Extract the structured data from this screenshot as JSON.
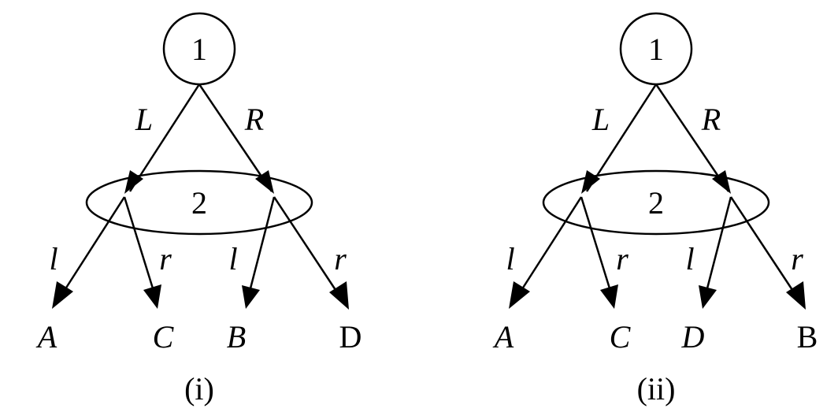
{
  "trees": [
    {
      "caption": "(i)",
      "root_player": "1",
      "info_set_player": "2",
      "first_moves": {
        "left": "L",
        "right": "R"
      },
      "second_moves": {
        "left_node_left": "l",
        "left_node_right": "r",
        "right_node_left": "l",
        "right_node_right": "r"
      },
      "outcomes": [
        "A",
        "C",
        "B",
        "D"
      ]
    },
    {
      "caption": "(ii)",
      "root_player": "1",
      "info_set_player": "2",
      "first_moves": {
        "left": "L",
        "right": "R"
      },
      "second_moves": {
        "left_node_left": "l",
        "left_node_right": "r",
        "right_node_left": "l",
        "right_node_right": "r"
      },
      "outcomes": [
        "A",
        "C",
        "D",
        "B"
      ]
    }
  ],
  "colors": {
    "stroke": "#000000",
    "background": "#ffffff"
  }
}
